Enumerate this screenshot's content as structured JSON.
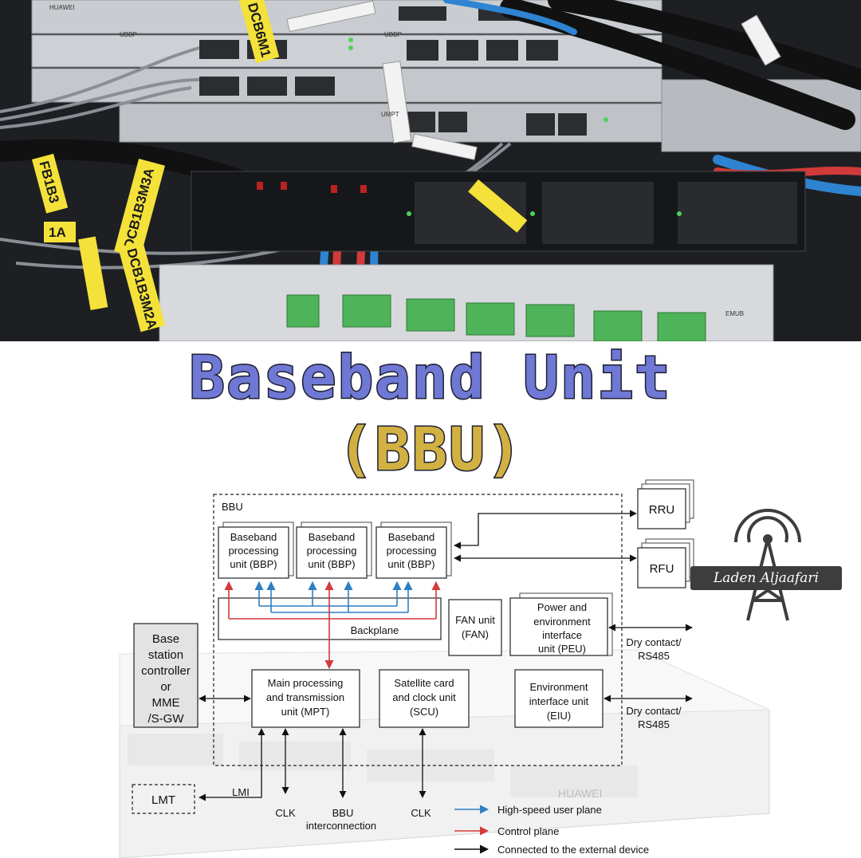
{
  "photo": {
    "rack_labels": [
      "DCB6M1",
      "DCB1B3M3A",
      "DCB1B3M2A",
      "FB1B3",
      "1A"
    ],
    "panel_texts": [
      "HUAWEI",
      "UBBP",
      "UBBP",
      "UMPT",
      "EMUB"
    ]
  },
  "title": {
    "line1": "Baseband Unit",
    "line2": "(BBU)"
  },
  "diagram": {
    "bbu_label": "BBU",
    "bbp": [
      {
        "line1": "Baseband",
        "line2": "processing",
        "line3": "unit (BBP)"
      },
      {
        "line1": "Baseband",
        "line2": "processing",
        "line3": "unit (BBP)"
      },
      {
        "line1": "Baseband",
        "line2": "processing",
        "line3": "unit (BBP)"
      }
    ],
    "backplane": "Backplane",
    "fan": {
      "line1": "FAN unit",
      "line2": "(FAN)"
    },
    "peu": {
      "line1": "Power and",
      "line2": "environment",
      "line3": "interface",
      "line4": "unit (PEU)"
    },
    "mpt": {
      "line1": "Main processing",
      "line2": "and transmission",
      "line3": "unit (MPT)"
    },
    "scu": {
      "line1": "Satellite card",
      "line2": "and clock unit",
      "line3": "(SCU)"
    },
    "eiu": {
      "line1": "Environment",
      "line2": "interface unit",
      "line3": "(EIU)"
    },
    "bsc": {
      "line1": "Base",
      "line2": "station",
      "line3": "controller",
      "line4": "or",
      "line5": "MME",
      "line6": "/S-GW"
    },
    "rru": "RRU",
    "rfu": "RFU",
    "dry1": {
      "line1": "Dry contact/",
      "line2": "RS485"
    },
    "dry2": {
      "line1": "Dry contact/",
      "line2": "RS485"
    },
    "lmt": "LMT",
    "lmi": "LMI",
    "clk1": "CLK",
    "clk2": "CLK",
    "bbu_interconnect": {
      "line1": "BBU",
      "line2": "interconnection"
    },
    "device_brand": "HUAWEI",
    "legend": [
      {
        "label": "High-speed user plane",
        "color": "#2f7fc1"
      },
      {
        "label": "Control plane",
        "color": "#d43b3b"
      },
      {
        "label": "Connected to the external device",
        "color": "#111111"
      }
    ]
  },
  "watermark": {
    "author": "Laden Aljaafari"
  },
  "colors": {
    "user_plane": "#2f7fc1",
    "control_plane": "#d43b3b",
    "title_blue": "#6f78d4",
    "title_gold": "#d2b143"
  }
}
